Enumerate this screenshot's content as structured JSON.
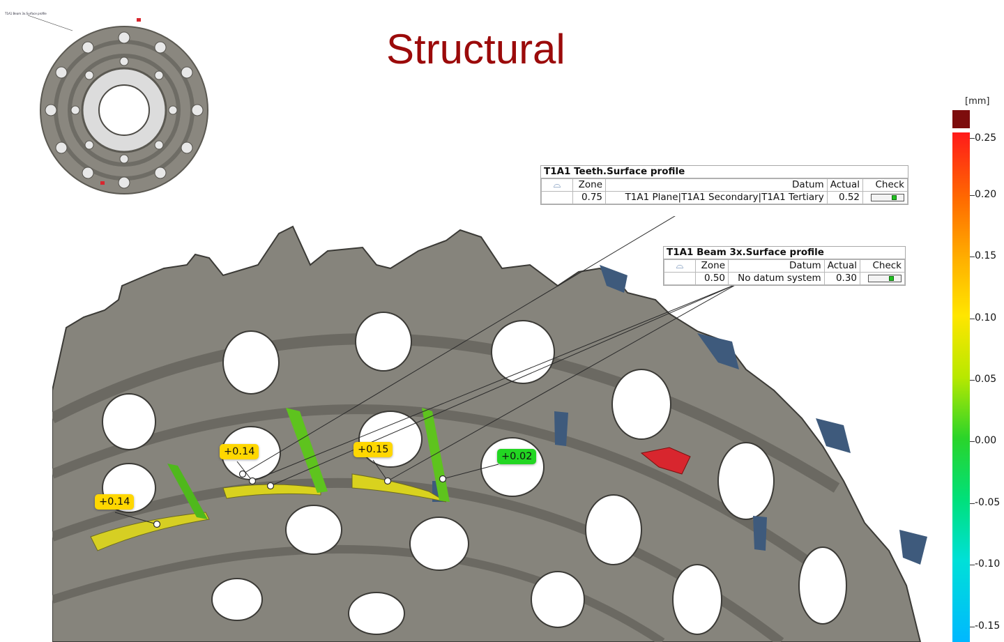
{
  "title": "Structural",
  "thumbnail": {
    "label": "T1A1 Beam 3x.Surface profile"
  },
  "annotation_teeth": {
    "title": "T1A1 Teeth.Surface profile",
    "headers": [
      "Zone",
      "Datum",
      "Actual",
      "Check"
    ],
    "zone": "0.75",
    "datum": "T1A1 Plane|T1A1 Secondary|T1A1 Tertiary",
    "actual": "0.52",
    "check_level": 0.75
  },
  "annotation_beam": {
    "title": "T1A1 Beam 3x.Surface profile",
    "headers": [
      "Zone",
      "Datum",
      "Actual",
      "Check"
    ],
    "zone": "0.50",
    "datum": "No datum system",
    "actual": "0.30",
    "check_level": 0.75
  },
  "value_tags": [
    {
      "text": "+0.14",
      "color": "#ffd700"
    },
    {
      "text": "+0.14",
      "color": "#ffd700"
    },
    {
      "text": "+0.15",
      "color": "#ffd700"
    },
    {
      "text": "+0.02",
      "color": "#22d622"
    }
  ],
  "legend": {
    "unit": "[mm]",
    "ticks": [
      "0.25",
      "0.20",
      "0.15",
      "0.10",
      "0.05",
      "0.00",
      "-0.05",
      "-0.10",
      "-0.15"
    ]
  },
  "colors": {
    "title": "#9b0a0a",
    "part_gray": "#85837b",
    "shadow_blue": "#3e5a7c",
    "deviation_red": "#d8262e"
  }
}
